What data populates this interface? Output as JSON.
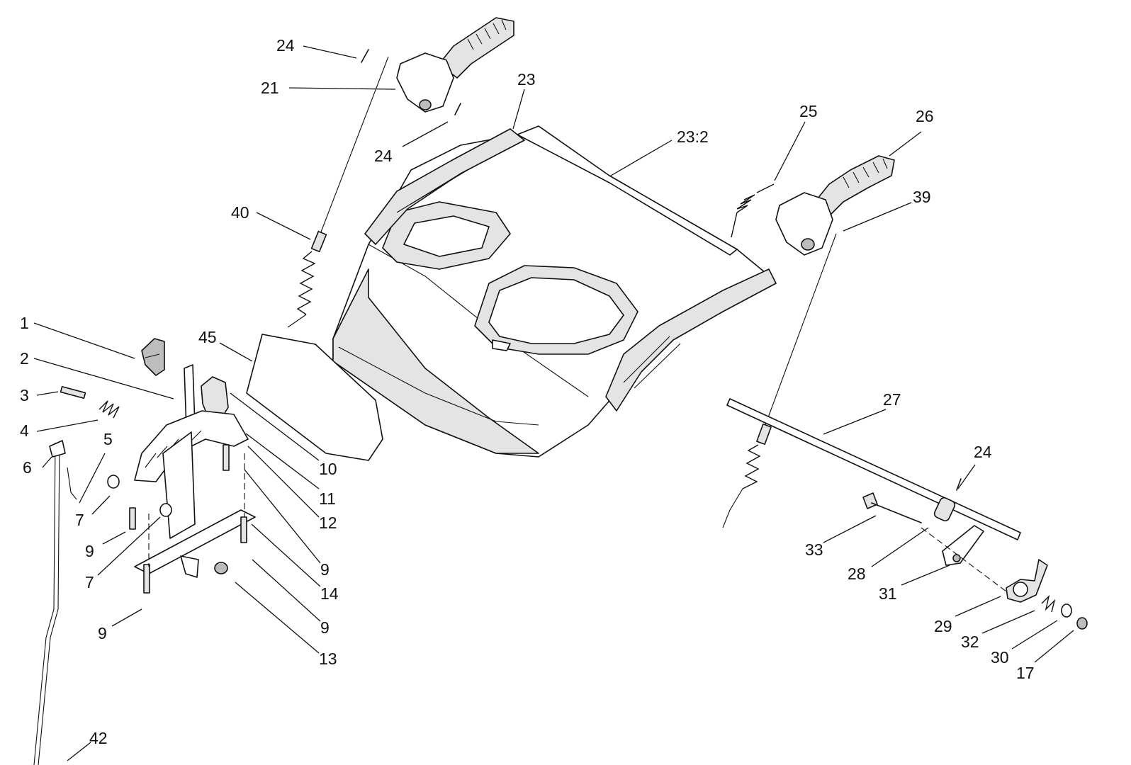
{
  "callouts": {
    "c1": "1",
    "c2": "2",
    "c3": "3",
    "c4": "4",
    "c5": "5",
    "c6": "6",
    "c7a": "7",
    "c7b": "7",
    "c9a": "9",
    "c9b": "9",
    "c9c": "9",
    "c9d": "9",
    "c10": "10",
    "c11": "11",
    "c12": "12",
    "c13": "13",
    "c14": "14",
    "c17": "17",
    "c21": "21",
    "c23": "23",
    "c23_2": "23:2",
    "c24a": "24",
    "c24b": "24",
    "c24c": "24",
    "c25": "25",
    "c26": "26",
    "c27": "27",
    "c28": "28",
    "c29": "29",
    "c30": "30",
    "c31": "31",
    "c32": "32",
    "c33": "33",
    "c39": "39",
    "c40": "40",
    "c42": "42",
    "c45": "45"
  }
}
